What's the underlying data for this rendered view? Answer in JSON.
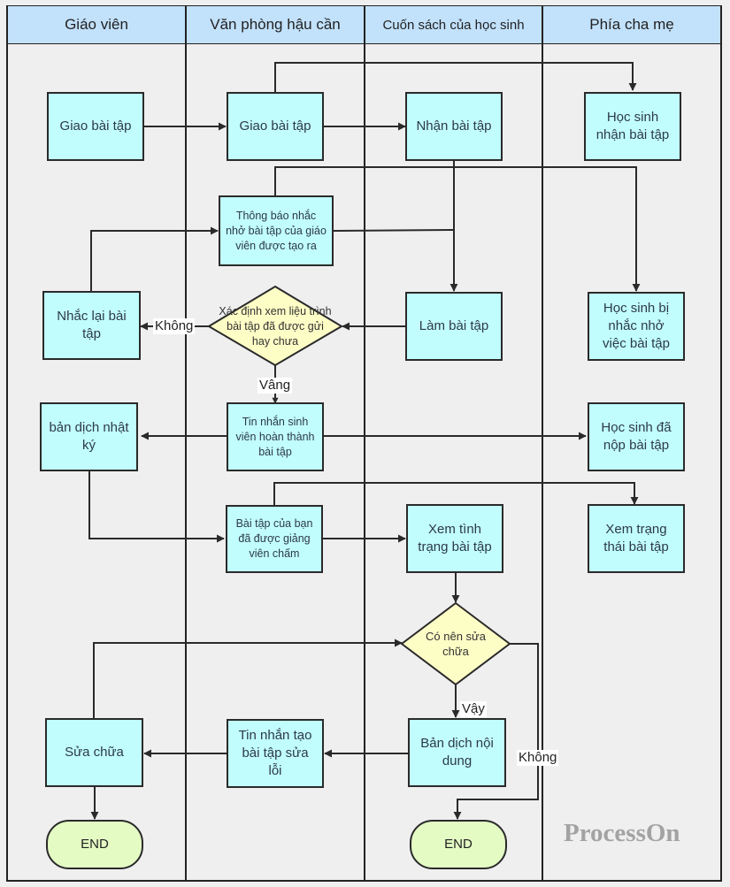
{
  "lanes": [
    {
      "label": "Giáo viên"
    },
    {
      "label": "Văn phòng hậu cần"
    },
    {
      "label": "Cuốn sách của học sinh"
    },
    {
      "label": "Phía cha mẹ"
    }
  ],
  "nodes": {
    "teacher_assign": "Giao bài tập",
    "office_assign": "Giao bài tập",
    "student_receive": "Nhận bài tập",
    "parent_received": "Học sinh nhận bài tập",
    "reminder_created": "Thông báo nhắc nhở bài tập của giáo viên được tạo ra",
    "teacher_remind": "Nhắc lại bài tập",
    "check_submitted": "Xác định xem liệu trình bài tập đã được gửi hay chưa",
    "student_do": "Làm bài tập",
    "parent_reminded": "Học sinh bị nhắc nhở việc bài tập",
    "teacher_log": "bản dịch nhật ký",
    "complete_msg": "Tin nhắn sinh viên hoàn thành bài tập",
    "parent_submitted": "Học sinh đã nộp bài tập",
    "graded_msg": "Bài tập của bạn đã được giảng viên chấm",
    "student_view": "Xem tình trạng bài tập",
    "parent_view": "Xem trạng thái bài tập",
    "should_fix": "Có nên sửa chữa",
    "teacher_fix": "Sửa chữa",
    "fix_msg": "Tin nhắn tạo bài tập sửa lỗi",
    "content_translation": "Bản dịch nội dung",
    "end_teacher": "END",
    "end_student": "END"
  },
  "edge_labels": {
    "no_1": "Không",
    "yes_1": "Vâng",
    "yes_2": "Vậy",
    "no_2": "Không"
  },
  "watermark": "ProcessOn",
  "colors": {
    "header": "#c2e1fb",
    "process": "#c1fdfd",
    "decision": "#fdfdc6",
    "terminal": "#e4fbc4",
    "line": "#2a2a2a"
  }
}
